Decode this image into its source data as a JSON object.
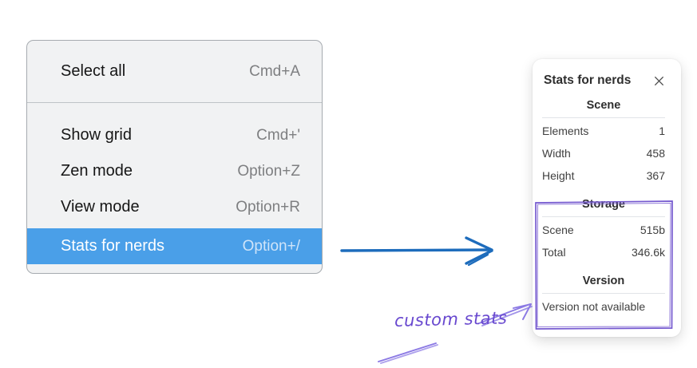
{
  "menu": {
    "sections": [
      {
        "items": [
          {
            "label": "Select all",
            "shortcut": "Cmd+A",
            "highlighted": false
          }
        ]
      },
      {
        "items": [
          {
            "label": "Show grid",
            "shortcut": "Cmd+'",
            "highlighted": false
          },
          {
            "label": "Zen mode",
            "shortcut": "Option+Z",
            "highlighted": false
          },
          {
            "label": "View mode",
            "shortcut": "Option+R",
            "highlighted": false
          },
          {
            "label": "Stats for nerds",
            "shortcut": "Option+/",
            "highlighted": true
          }
        ]
      }
    ],
    "highlight_color": "#4a9fe8"
  },
  "stats_panel": {
    "title": "Stats for nerds",
    "close_icon": "x-close",
    "sections": [
      {
        "header": "Scene",
        "rows": [
          [
            "Elements",
            "1"
          ],
          [
            "Width",
            "458"
          ],
          [
            "Height",
            "367"
          ]
        ]
      },
      {
        "header": "Storage",
        "rows": [
          [
            "Scene",
            "515b"
          ],
          [
            "Total",
            "346.6k"
          ]
        ]
      },
      {
        "header": "Version",
        "note": "Version not available"
      }
    ]
  },
  "annotations": {
    "label": "custom stats",
    "blue_arrow_color": "#1d6cbc",
    "purple_arrow_color": "#8b79e4",
    "purple_box_color": "#7458cf",
    "label_color": "#6848cf"
  }
}
